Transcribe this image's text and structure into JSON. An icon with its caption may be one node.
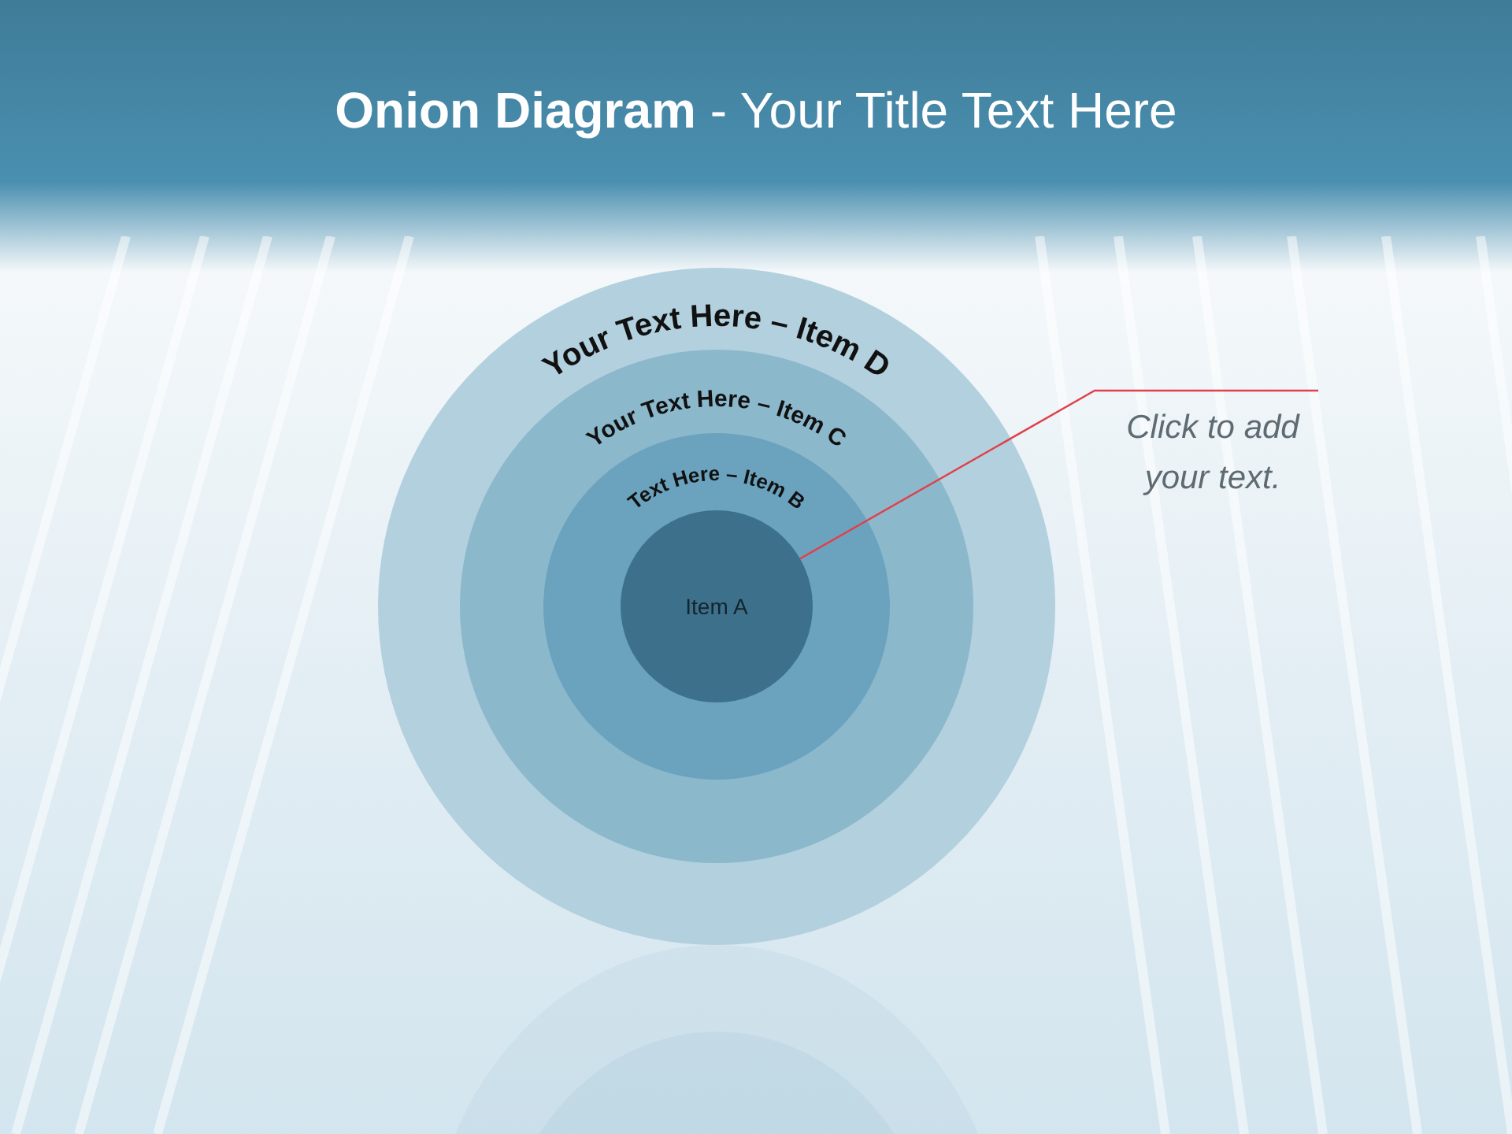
{
  "diagram": {
    "title": "**Onion Diagram** - Your Title Text Here",
    "nodes": [
      {
        "text": [
          "Your Text Here – Item D"
        ]
      },
      {
        "text": [
          "Your Text Here – Item C"
        ],
        "in": 0
      },
      {
        "text": [
          "Text Here – Item B"
        ],
        "in": 1
      },
      {
        "text": [
          "Item A"
        ],
        "in": 2
      },
      {
        "text": [
          "Click to add your text."
        ]
      }
    ],
    "edges": [
      {
        "from": 4,
        "to": 3,
        "arrow": "none",
        "color": "#e0404a"
      }
    ]
  }
}
